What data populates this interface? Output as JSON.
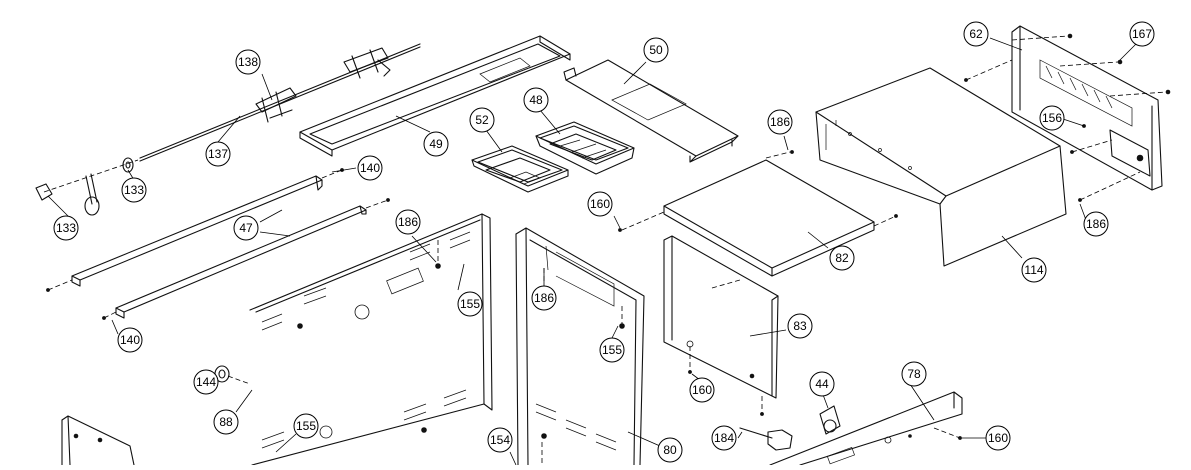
{
  "callouts": [
    {
      "id": "138"
    },
    {
      "id": "137"
    },
    {
      "id": "133"
    },
    {
      "id": "133"
    },
    {
      "id": "49"
    },
    {
      "id": "52"
    },
    {
      "id": "48"
    },
    {
      "id": "50"
    },
    {
      "id": "140"
    },
    {
      "id": "47"
    },
    {
      "id": "140"
    },
    {
      "id": "186"
    },
    {
      "id": "155"
    },
    {
      "id": "186"
    },
    {
      "id": "155"
    },
    {
      "id": "160"
    },
    {
      "id": "82"
    },
    {
      "id": "186"
    },
    {
      "id": "83"
    },
    {
      "id": "160"
    },
    {
      "id": "114"
    },
    {
      "id": "62"
    },
    {
      "id": "167"
    },
    {
      "id": "156"
    },
    {
      "id": "186"
    },
    {
      "id": "144"
    },
    {
      "id": "88"
    },
    {
      "id": "155"
    },
    {
      "id": "154"
    },
    {
      "id": "80"
    },
    {
      "id": "44"
    },
    {
      "id": "78"
    },
    {
      "id": "184"
    },
    {
      "id": "160"
    }
  ]
}
